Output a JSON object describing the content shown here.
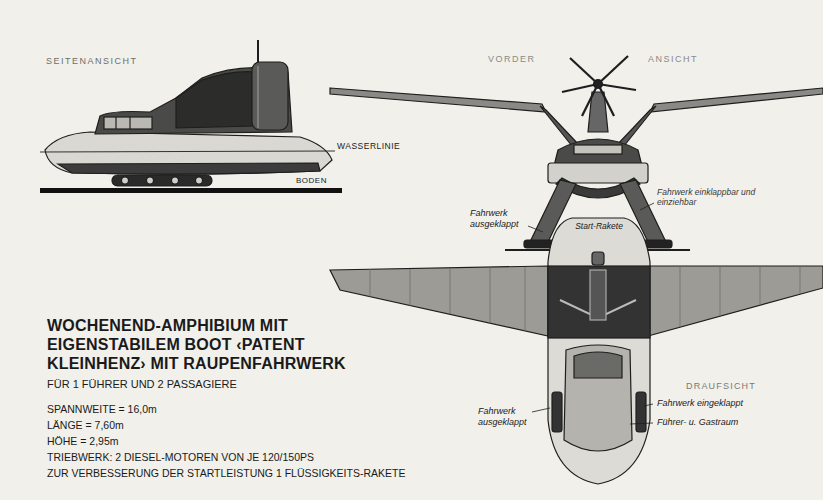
{
  "diagram": {
    "title": "WOCHENEND-AMPHIBIUM MIT EIGENSTABILEM BOOT ‹PATENT KLEINHENZ› MIT RAUPENFAHRWERK",
    "labels": [
      "SEITENANSICHT",
      "VORDER",
      "ANSICHT",
      "WASSERLINIE",
      "BODEN",
      "Fahrwerk ausgeklappt",
      "Fahrwerk einklappbar und einziehbar",
      "Start-Rakete",
      "DRAUFSICHT",
      "Fahrwerk ausgeklappt",
      "Fahrwerk eingeklappt",
      "Führer- u. Gastraum",
      "FÜR 1 FÜHRER UND 2 PASSAGIERE",
      "SPANNWEITE = 16,0m",
      "LÄNGE = 7,60m",
      "HÖHE = 2,95m",
      "TRIEBWERK: 2 DIESEL-MOTOREN VON JE 120/150PS",
      "ZUR VERBESSERUNG DER STARTLEISTUNG 1 FLÜSSIGKEITS-RAKETE"
    ]
  }
}
